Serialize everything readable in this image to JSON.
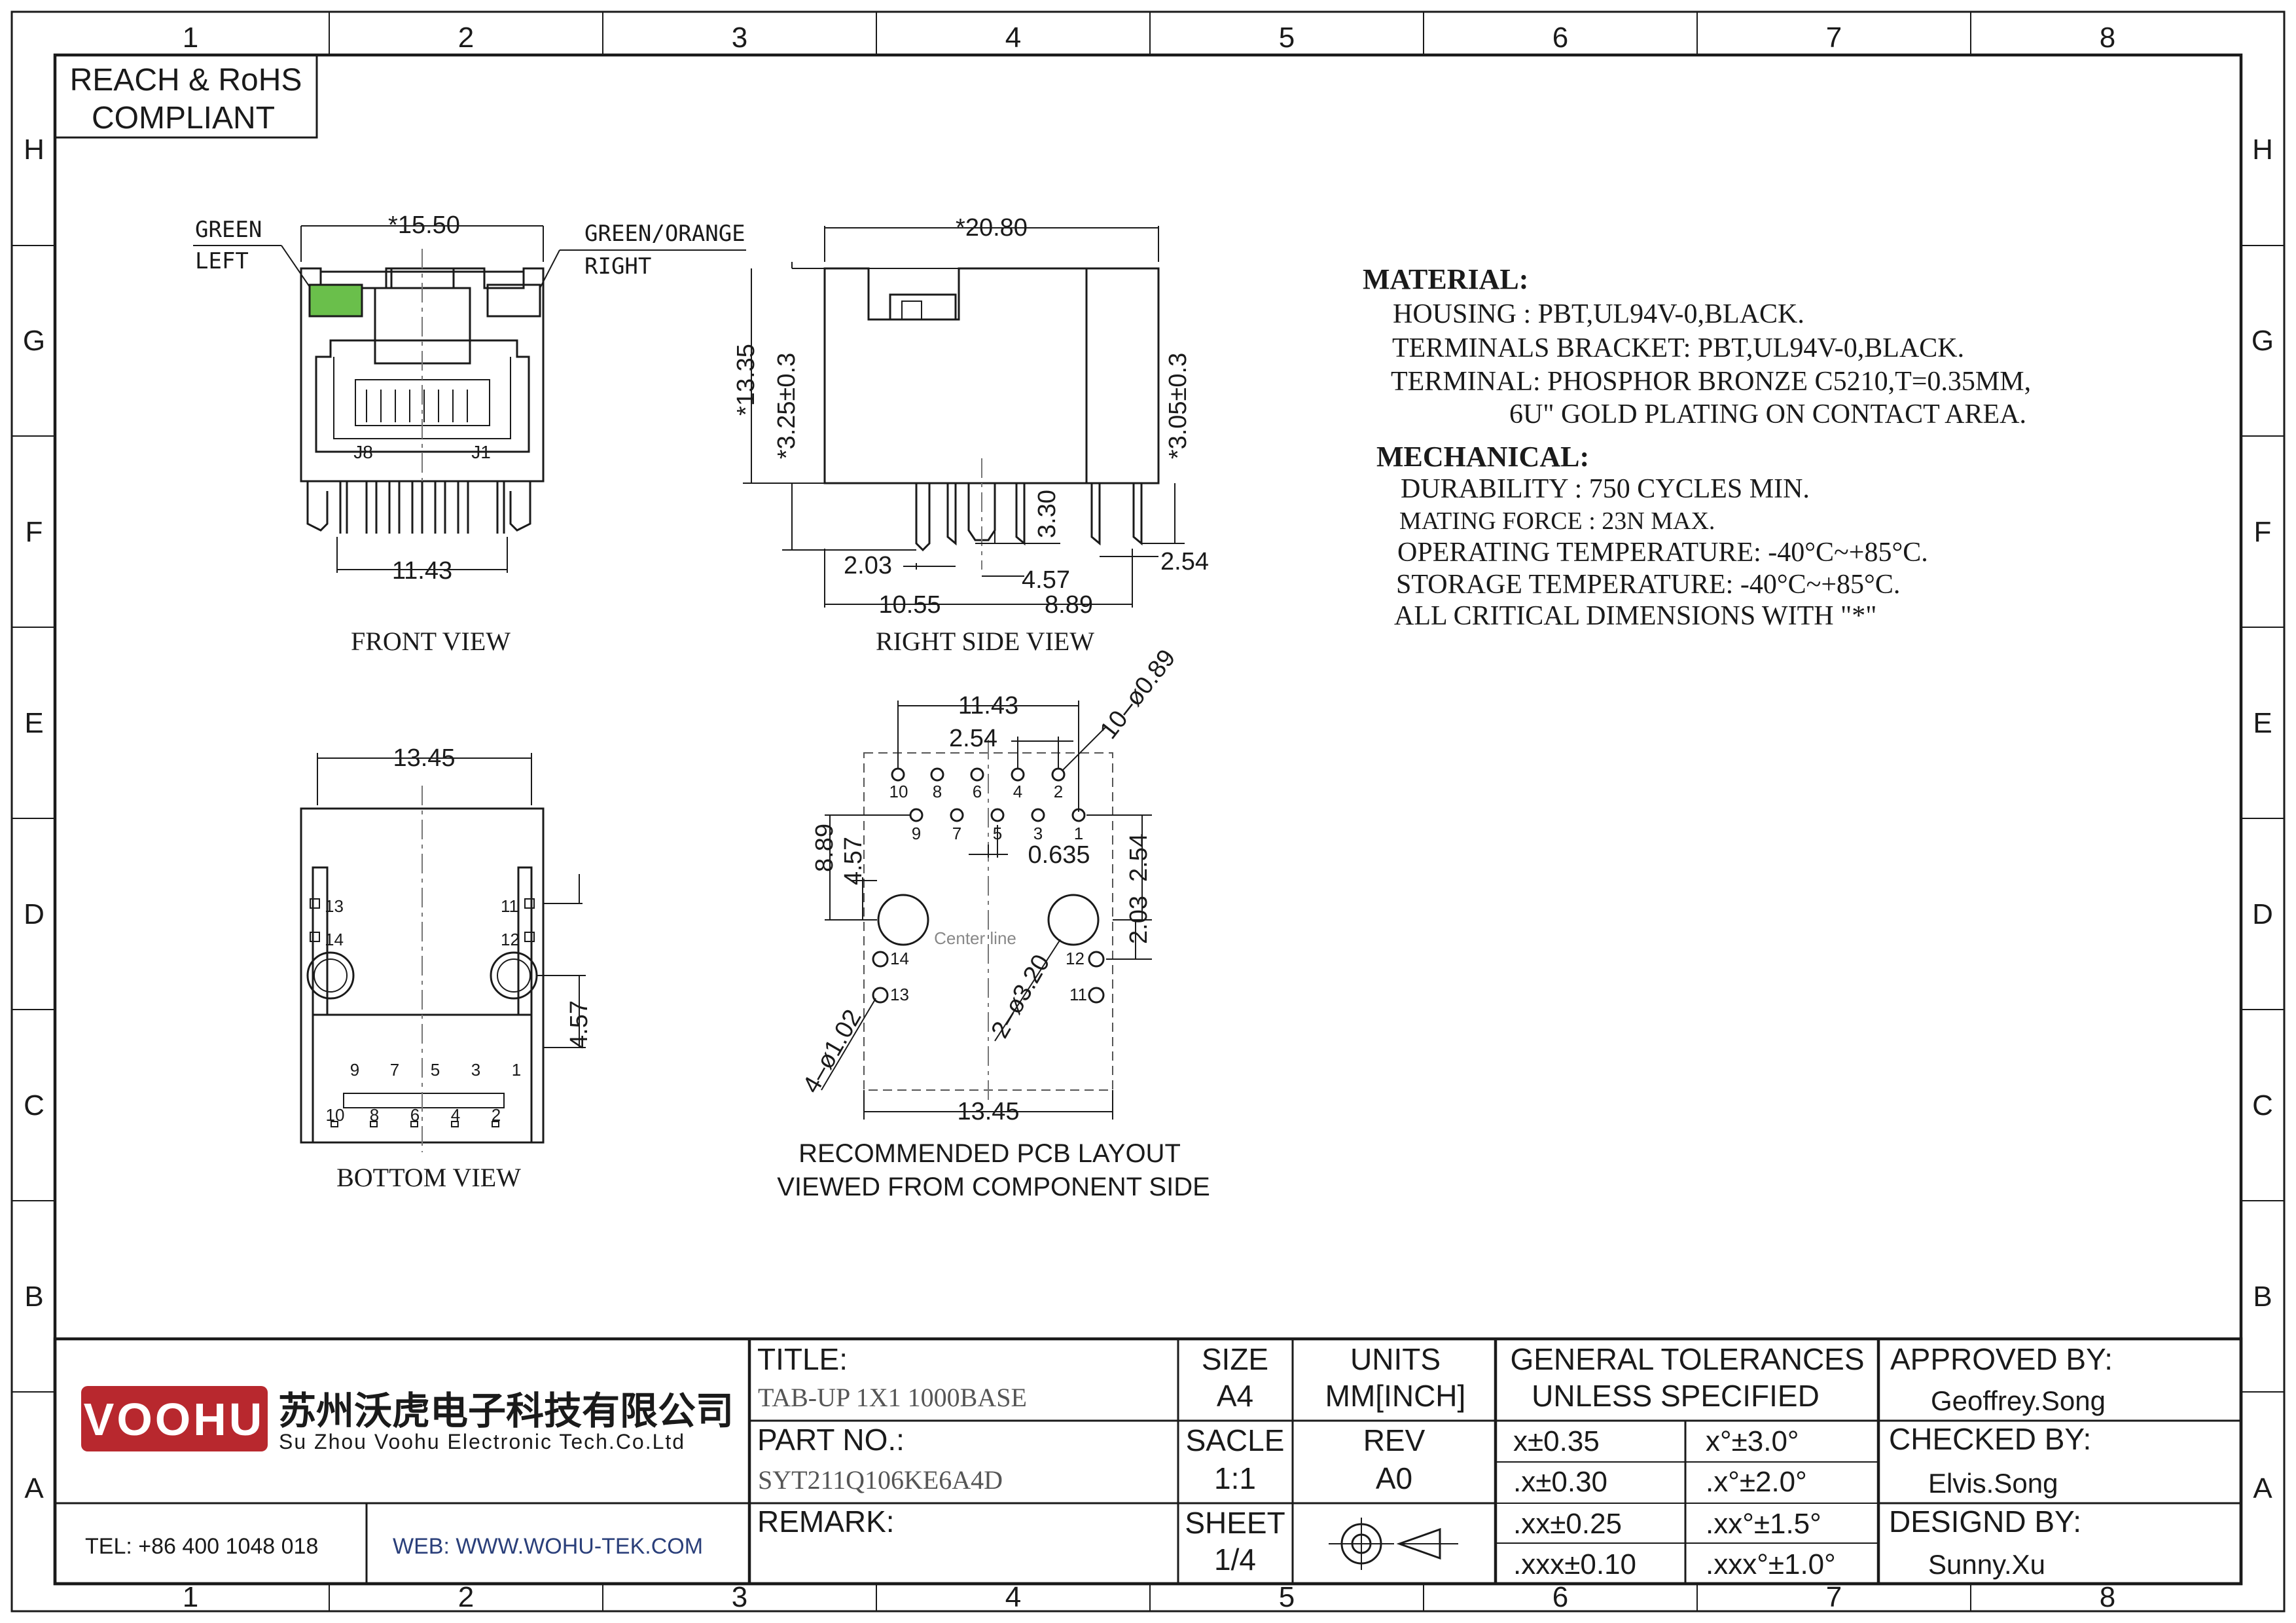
{
  "border": {
    "columns": [
      "1",
      "2",
      "3",
      "4",
      "5",
      "6",
      "7",
      "8"
    ],
    "rows": [
      "H",
      "G",
      "F",
      "E",
      "D",
      "C",
      "B",
      "A"
    ]
  },
  "compliance": {
    "line1": "REACH & RoHS",
    "line2": "COMPLIANT"
  },
  "front_view": {
    "caption": "FRONT VIEW",
    "led_left_label1": "GREEN",
    "led_left_label2": "LEFT",
    "led_right_label1": "GREEN/ORANGE",
    "led_right_label2": "RIGHT",
    "led_left_color": "#6abf4b",
    "dim_width": "*15.50",
    "dim_pins": "11.43",
    "pin_j8": "J8",
    "pin_j1": "J1"
  },
  "right_side_view": {
    "caption": "RIGHT SIDE VIEW",
    "dim_length": "*20.80",
    "dim_height": "*13.35",
    "dim_left_lead": "*3.25±0.3",
    "dim_right_lead": "*3.05±0.3",
    "dim_post": "3.30",
    "dim_a": "2.03",
    "dim_b": "4.57",
    "dim_c": "2.54",
    "dim_d": "10.55",
    "dim_e": "8.89"
  },
  "bottom_view": {
    "caption": "BOTTOM VIEW",
    "dim_width": "13.45",
    "dim_side": "4.57",
    "pins_top": [
      "9",
      "7",
      "5",
      "3",
      "1"
    ],
    "pins_bottom": [
      "10",
      "8",
      "6",
      "4",
      "2"
    ],
    "pin_labels": [
      "13",
      "14",
      "11",
      "12"
    ]
  },
  "pcb_layout": {
    "caption1": "RECOMMENDED PCB LAYOUT",
    "caption2": "VIEWED FROM COMPONENT SIDE",
    "dim_span": "11.43",
    "dim_pitch": "2.54",
    "dim_holes": "10–ø0.89",
    "dim_v1": "8.89",
    "dim_v2": "4.57",
    "dim_offset": "0.635",
    "dim_r1": "2.54",
    "dim_r2": "2.03",
    "dim_big": "2–ø3.20",
    "dim_small": "4–ø1.02",
    "dim_width": "13.45",
    "center_line": "Center line",
    "pins_top": [
      "10",
      "8",
      "6",
      "4",
      "2"
    ],
    "pins_mid": [
      "9",
      "7",
      "5",
      "3",
      "1"
    ],
    "pins_side": [
      "14",
      "13",
      "12",
      "11"
    ]
  },
  "notes": {
    "material_heading": "MATERIAL:",
    "housing": "HOUSING : PBT,UL94V-0,BLACK.",
    "terminals_bracket": "TERMINALS BRACKET: PBT,UL94V-0,BLACK.",
    "terminal": "TERMINAL: PHOSPHOR BRONZE C5210,T=0.35MM,",
    "plating": "6U\" GOLD PLATING ON CONTACT AREA.",
    "mechanical_heading": "MECHANICAL:",
    "durability": "DURABILITY : 750 CYCLES MIN.",
    "mating_force": "MATING FORCE : 23N MAX.",
    "operating_temp": "OPERATING TEMPERATURE: -40°C~+85°C.",
    "storage_temp": "STORAGE TEMPERATURE: -40°C~+85°C.",
    "critical": "ALL CRITICAL DIMENSIONS WITH \"*\""
  },
  "title_block": {
    "logo_text": "VOOHU",
    "logo_color": "#b8282e",
    "company_cn": "苏州沃虎电子科技有限公司",
    "company_en": "Su Zhou Voohu Electronic Tech.Co.Ltd",
    "tel": "TEL: +86 400 1048 018",
    "web": "WEB: WWW.WOHU-TEK.COM",
    "web_color": "#2a3f7a",
    "title_label": "TITLE:",
    "title_value": "TAB-UP 1X1 1000BASE",
    "part_label": "PART NO.:",
    "part_value": "SYT211Q106KE6A4D",
    "remark_label": "REMARK:",
    "size_label": "SIZE",
    "size_value": "A4",
    "units_label": "UNITS",
    "units_value": "MM[INCH]",
    "scale_label": "SACLE",
    "scale_value": "1:1",
    "rev_label": "REV",
    "rev_value": "A0",
    "sheet_label": "SHEET",
    "sheet_value": "1/4",
    "tol_heading1": "GENERAL TOLERANCES",
    "tol_heading2": "UNLESS SPECIFIED",
    "tol": [
      "x±0.35",
      "x°±3.0°",
      ".x±0.30",
      ".x°±2.0°",
      ".xx±0.25",
      ".xx°±1.5°",
      ".xxx±0.10",
      ".xxx°±1.0°"
    ],
    "approved_label": "APPROVED BY:",
    "approved_name": "Geoffrey.Song",
    "checked_label": "CHECKED BY:",
    "checked_name": "Elvis.Song",
    "designed_label": "DESIGND BY:",
    "designed_name": "Sunny.Xu"
  }
}
